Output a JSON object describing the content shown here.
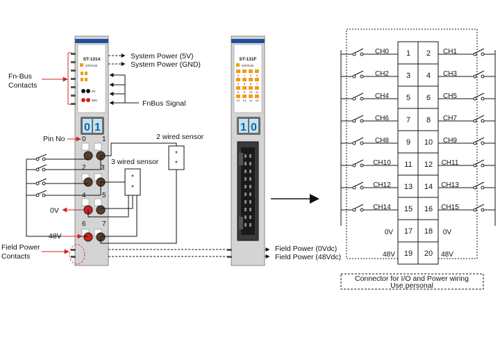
{
  "module_left": {
    "model": "ST-1314",
    "status_label": "STATUS",
    "led_0v": "0V",
    "led_48v": "48V",
    "display_digits": [
      "0",
      "1"
    ],
    "pins": [
      "0",
      "1",
      "2",
      "3",
      "4",
      "5",
      "6",
      "7"
    ]
  },
  "module_right": {
    "model": "ST-131F",
    "status_label": "STATUS",
    "display_digits": [
      "1",
      "0"
    ],
    "status_leds": [
      "0",
      "1",
      "2",
      "3",
      "4",
      "5",
      "6",
      "7",
      "8",
      "9",
      "10",
      "11",
      "12",
      "13",
      "14",
      "15"
    ]
  },
  "labels": {
    "system_power_5v": "System Power (5V)",
    "system_power_gnd": "System Power (GND)",
    "fn_bus_contacts_line1": "Fn-Bus",
    "fn_bus_contacts_line2": "Contacts",
    "fnbus_signal": "FnBus Signal",
    "pin_no": "Pin No",
    "two_wired_sensor": "2 wired sensor",
    "three_wired_sensor": "3 wired sensor",
    "zero_v": "0V",
    "forty_eight_v": "48V",
    "field_power_contacts_line1": "Field Power",
    "field_power_contacts_line2": "Contacts",
    "field_power_0vdc": "Field Power (0Vdc)",
    "field_power_48vdc": "Field Power (48Vdc)",
    "sensor_star": "*"
  },
  "connector": {
    "pin_rows": [
      [
        "1",
        "2"
      ],
      [
        "3",
        "4"
      ],
      [
        "5",
        "6"
      ],
      [
        "7",
        "8"
      ],
      [
        "9",
        "10"
      ],
      [
        "11",
        "12"
      ],
      [
        "13",
        "14"
      ],
      [
        "15",
        "16"
      ],
      [
        "17",
        "18"
      ],
      [
        "19",
        "20"
      ]
    ],
    "left_labels": [
      "CH0",
      "CH2",
      "CH4",
      "CH6",
      "CH8",
      "CH10",
      "CH12",
      "CH14",
      "0V",
      "48V"
    ],
    "right_labels": [
      "CH1",
      "CH3",
      "CH5",
      "CH7",
      "CH9",
      "CH11",
      "CH13",
      "CH15",
      "0V",
      "48V"
    ],
    "note_line1": "Connector for I/O and Power wiring",
    "note_line2": "Use personal"
  },
  "colors": {
    "module_body": "#d4d4d4",
    "module_header_blue": "#1f4e9a",
    "led_orange": "#f29a1c",
    "led_red": "#d42020",
    "arrow_red": "#d42020",
    "display_cyan": "#bfe3f5",
    "field_dashed_circle": "#e04040"
  }
}
